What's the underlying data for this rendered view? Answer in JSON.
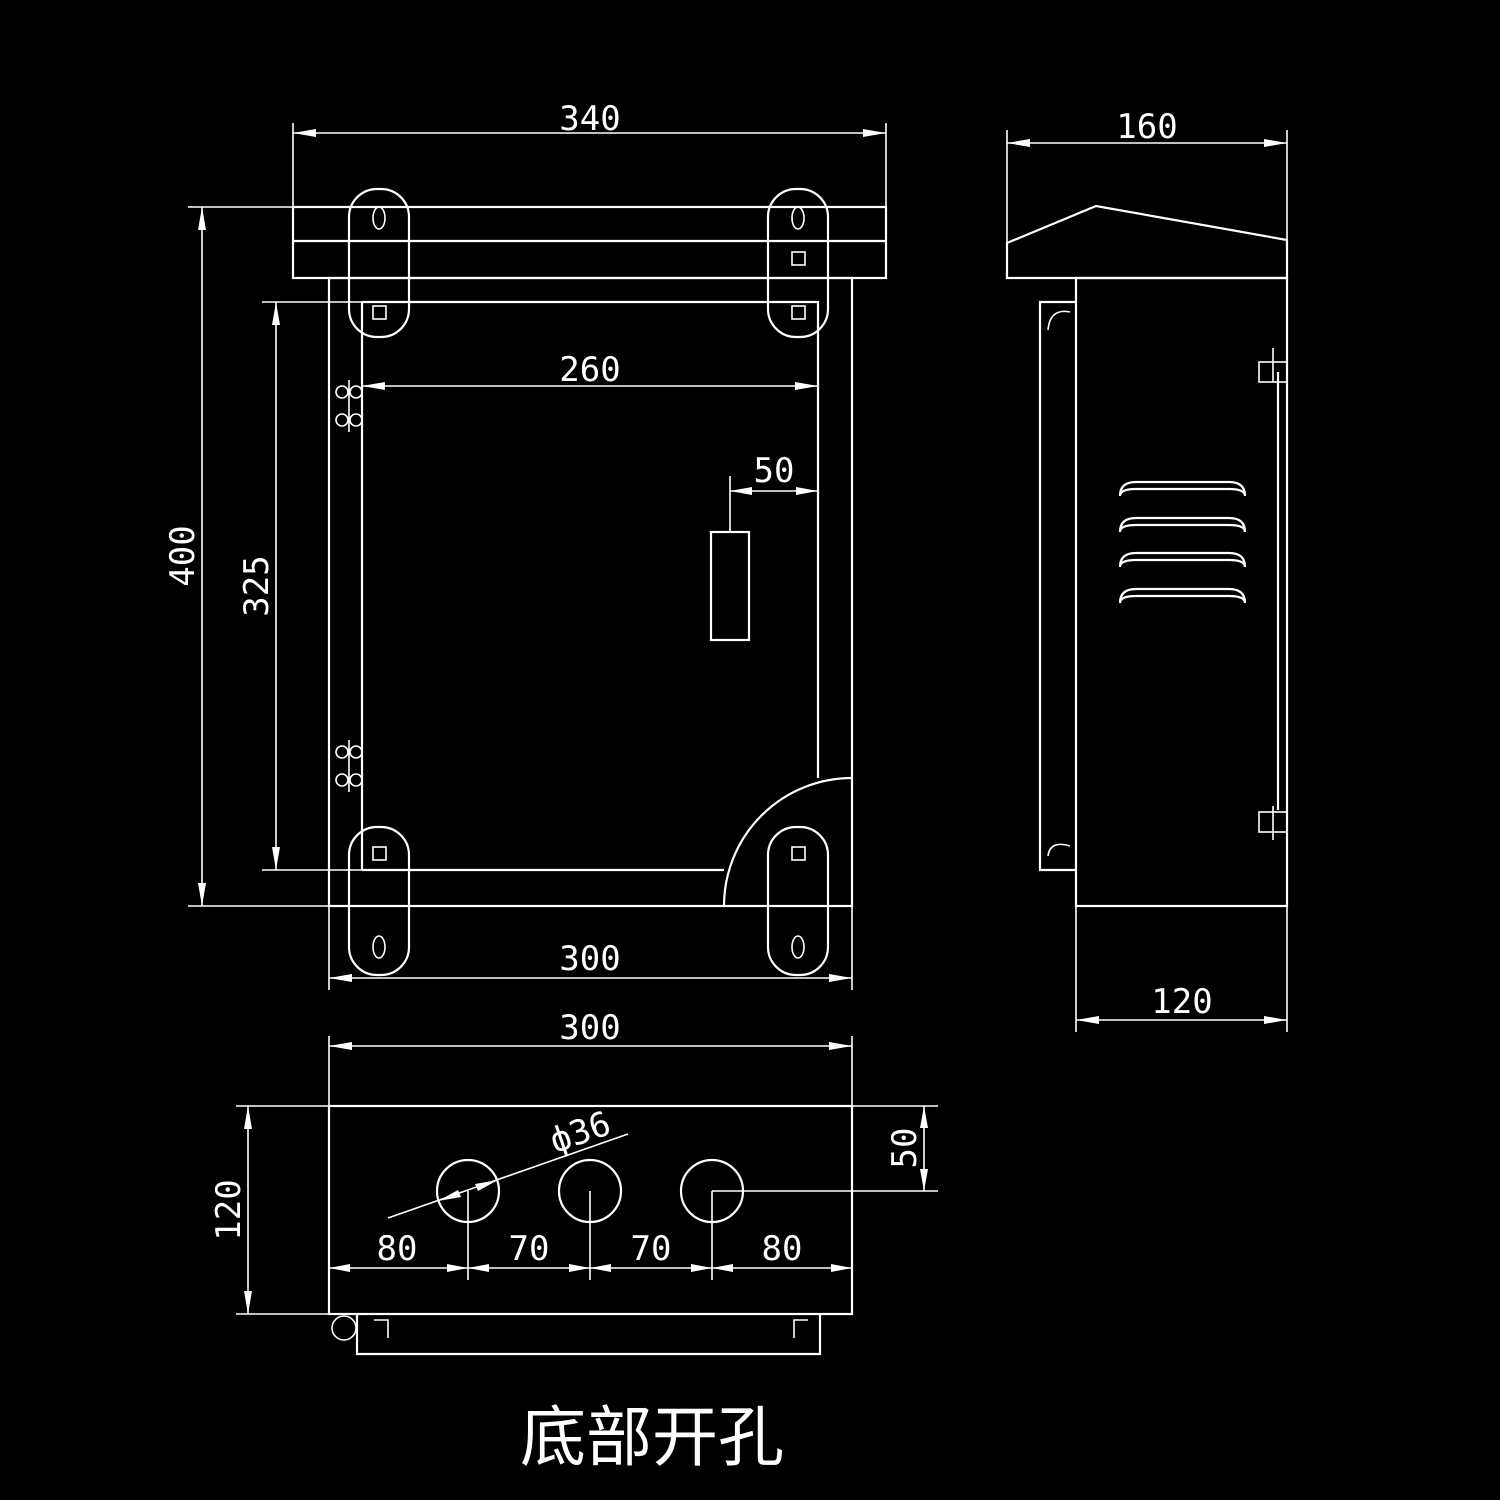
{
  "colors": {
    "background": "#000000",
    "line": "#ffffff"
  },
  "front_view": {
    "overall_width": "340",
    "overall_height": "400",
    "mount_span": "325",
    "door_width": "260",
    "handle_offset": "50",
    "body_width": "300"
  },
  "side_view": {
    "roof_depth": "160",
    "body_depth": "120"
  },
  "bottom_view": {
    "width": "300",
    "depth": "120",
    "hole_diameter": "ф36",
    "hole_center_offset": "50",
    "spacing_left": "80",
    "spacing_mid_1": "70",
    "spacing_mid_2": "70",
    "spacing_right": "80"
  },
  "caption": "底部开孔"
}
